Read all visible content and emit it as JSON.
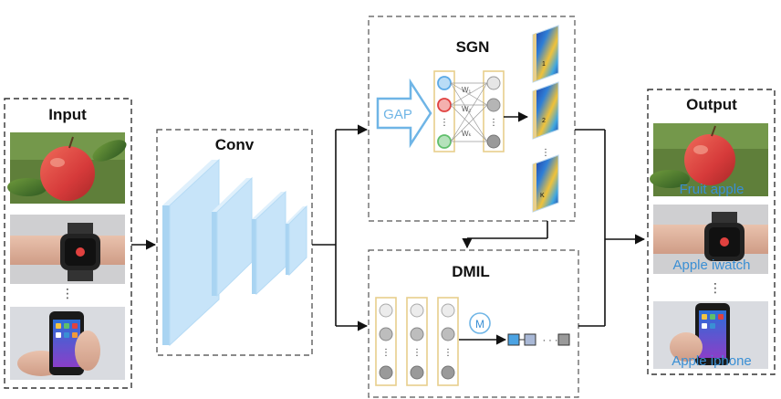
{
  "input_panel": {
    "title": "Input",
    "ellipsis": "⋮"
  },
  "conv_panel": {
    "title": "Conv"
  },
  "sgn_panel": {
    "title": "SGN",
    "gap_label": "GAP",
    "weight_labels": [
      "W₁",
      "W₂",
      "Wₖ"
    ],
    "map_labels": [
      "1",
      "2",
      "K"
    ]
  },
  "dmil_panel": {
    "title": "DMIL",
    "merge_label": "M"
  },
  "output_panel": {
    "title": "Output",
    "captions": [
      "Fruit apple",
      "Apple iwatch",
      "Apple iphone"
    ]
  },
  "colors": {
    "conv_blue": "#bfe0f8",
    "gap_blue": "#6fb5e6",
    "node_blue": "#5aa9e6",
    "node_red": "#e0413f",
    "node_green": "#5fbf6b",
    "column_border": "#e8cf8c",
    "caption_blue": "#3a8fd4"
  }
}
